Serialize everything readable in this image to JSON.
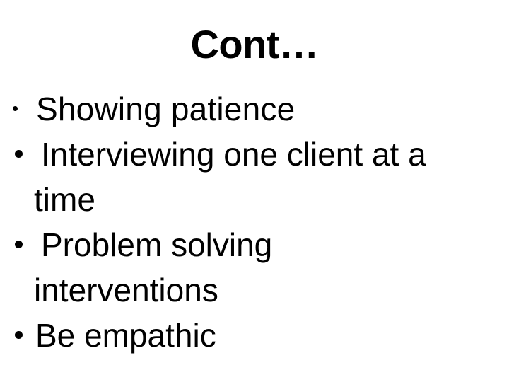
{
  "slide": {
    "background_color": "#ffffff",
    "text_color": "#000000",
    "title": "Cont…",
    "lines": [
      {
        "kind": "bullet",
        "marker": "small-bullet-dot",
        "text": "Showing patience"
      },
      {
        "kind": "bullet",
        "marker": "bullet-dot",
        "text": "Interviewing one client at a"
      },
      {
        "kind": "continuation",
        "marker": "",
        "text": "time"
      },
      {
        "kind": "bullet",
        "marker": "bullet-dot",
        "text": "Problem solving"
      },
      {
        "kind": "continuation",
        "marker": "",
        "text": "interventions"
      },
      {
        "kind": "bullet",
        "marker": "bullet-dot",
        "text": "Be empathic"
      }
    ]
  }
}
